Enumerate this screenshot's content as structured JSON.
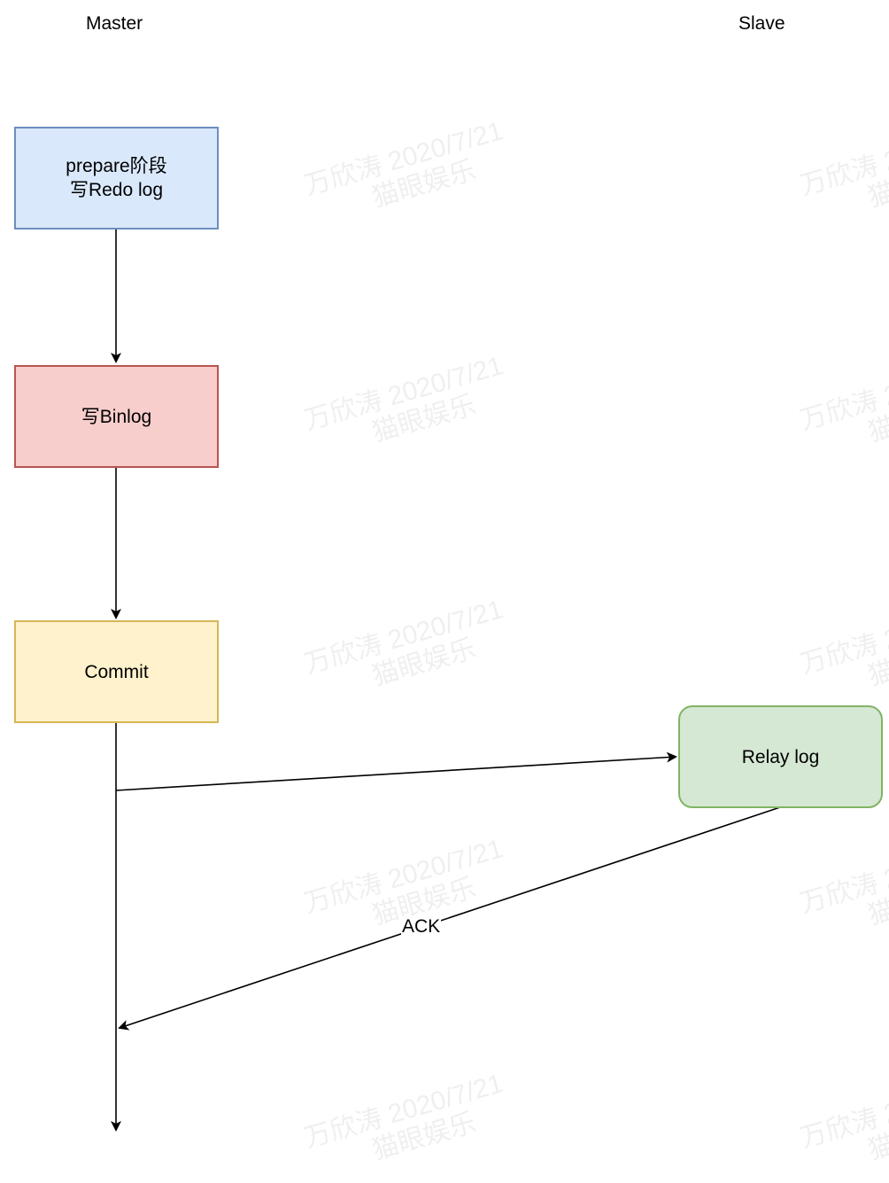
{
  "columns": {
    "master": "Master",
    "slave": "Slave"
  },
  "nodes": {
    "prepare": {
      "line1": "prepare阶段",
      "line2": "写Redo log",
      "fill": "#dae8fc",
      "stroke": "#6c8ebf"
    },
    "binlog": {
      "label": "写Binlog",
      "fill": "#f8cecc",
      "stroke": "#b85450"
    },
    "commit": {
      "label": "Commit",
      "fill": "#fff2cc",
      "stroke": "#d6b656"
    },
    "relay": {
      "label": "Relay log",
      "fill": "#d5e8d4",
      "stroke": "#82b366"
    }
  },
  "edges": {
    "ack_label": "ACK"
  },
  "watermark": {
    "line1": "万欣涛 2020/7/21",
    "line2": "猫眼娱乐"
  }
}
